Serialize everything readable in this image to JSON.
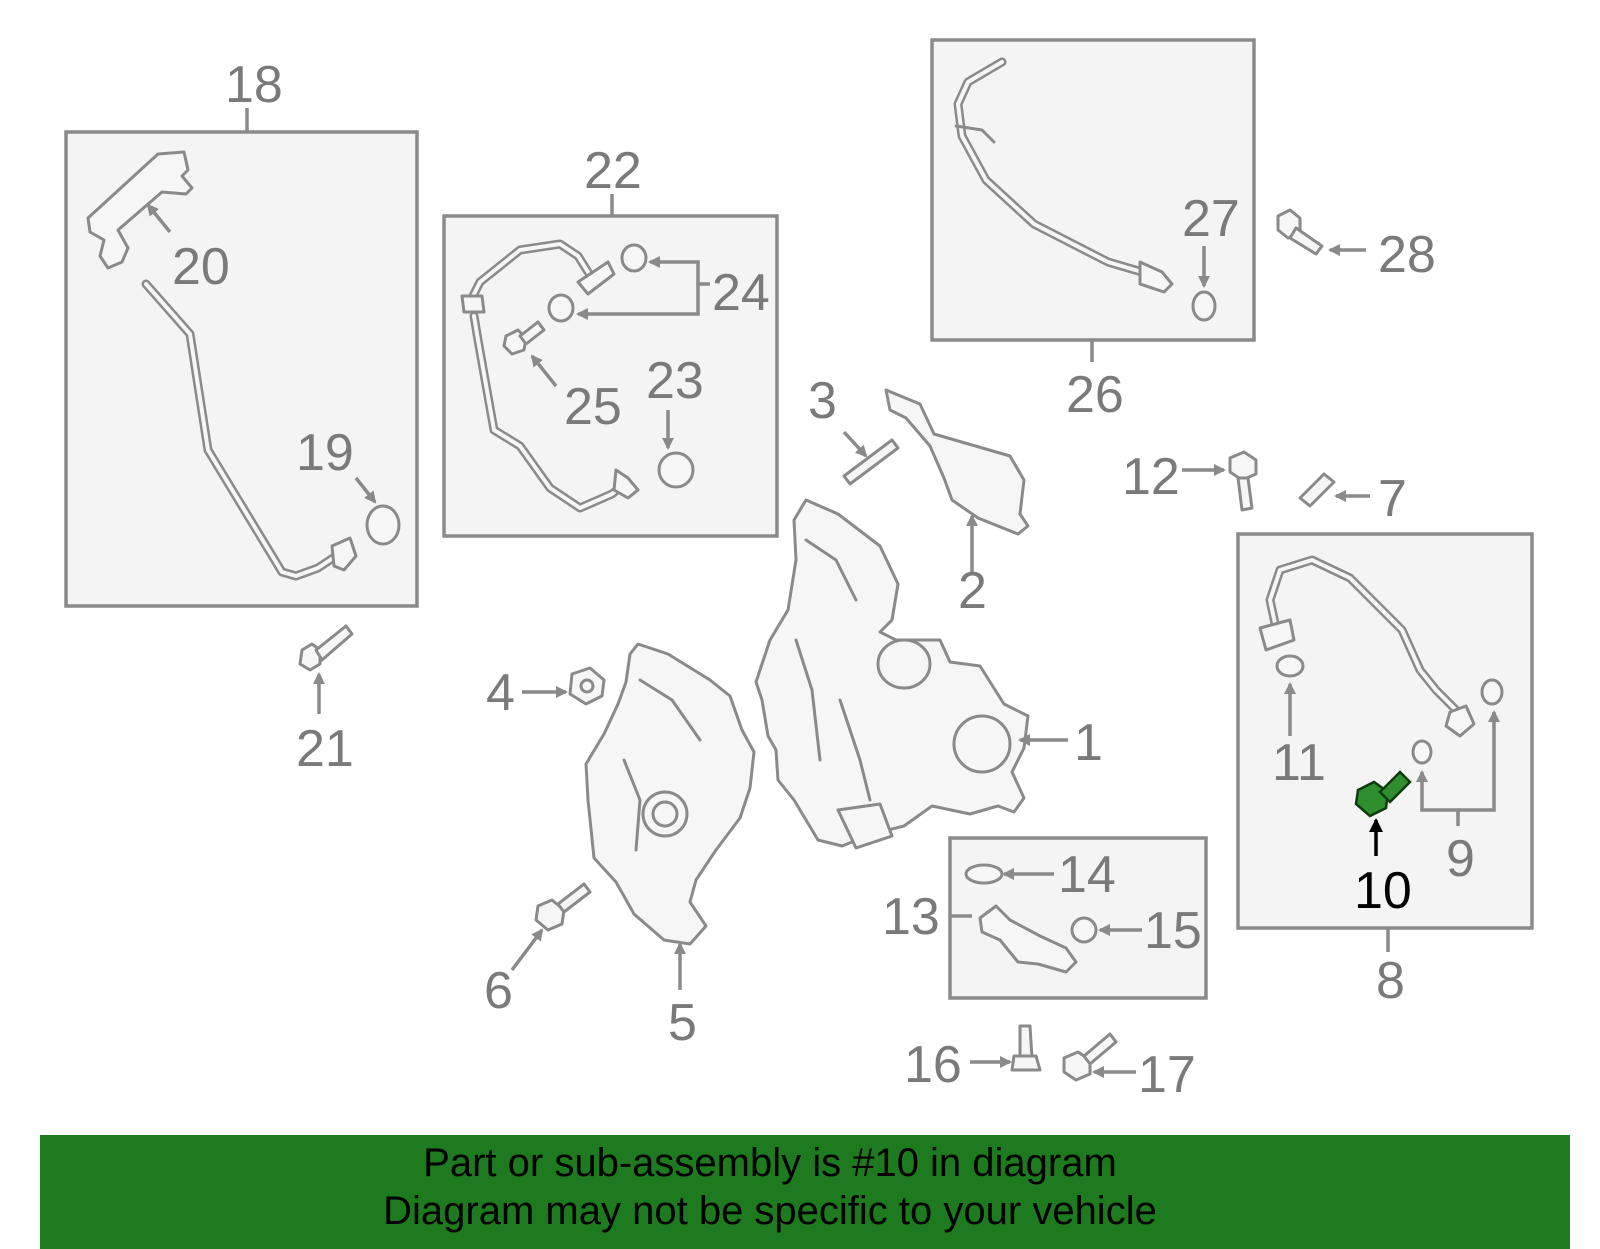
{
  "callouts": {
    "c1": "1",
    "c2": "2",
    "c3": "3",
    "c4": "4",
    "c5": "5",
    "c6": "6",
    "c7": "7",
    "c8": "8",
    "c9": "9",
    "c10": "10",
    "c11": "11",
    "c12": "12",
    "c13": "13",
    "c14": "14",
    "c15": "15",
    "c16": "16",
    "c17": "17",
    "c18": "18",
    "c19": "19",
    "c20": "20",
    "c21": "21",
    "c22": "22",
    "c23": "23",
    "c24": "24",
    "c25": "25",
    "c26": "26",
    "c27": "27",
    "c28": "28"
  },
  "highlighted_part": "10",
  "colors": {
    "highlight": "#2f8f2f",
    "banner": "#1e7a1e",
    "line": "#8a8a8a"
  },
  "banner": {
    "line1": "Part or sub-assembly is #10 in diagram",
    "line2": "Diagram may not be specific to your vehicle"
  }
}
